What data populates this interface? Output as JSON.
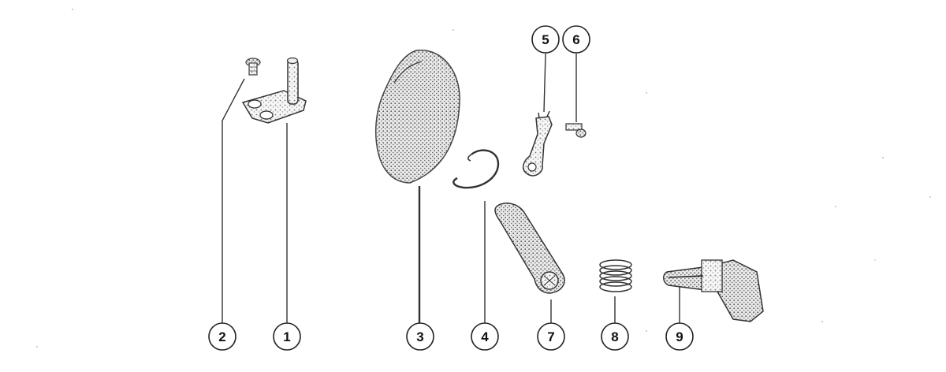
{
  "callouts": [
    {
      "id": "2",
      "label": "2"
    },
    {
      "id": "1",
      "label": "1"
    },
    {
      "id": "3",
      "label": "3"
    },
    {
      "id": "4",
      "label": "4"
    },
    {
      "id": "7",
      "label": "7"
    },
    {
      "id": "8",
      "label": "8"
    },
    {
      "id": "9",
      "label": "9"
    },
    {
      "id": "5",
      "label": "5"
    },
    {
      "id": "6",
      "label": "6"
    }
  ]
}
